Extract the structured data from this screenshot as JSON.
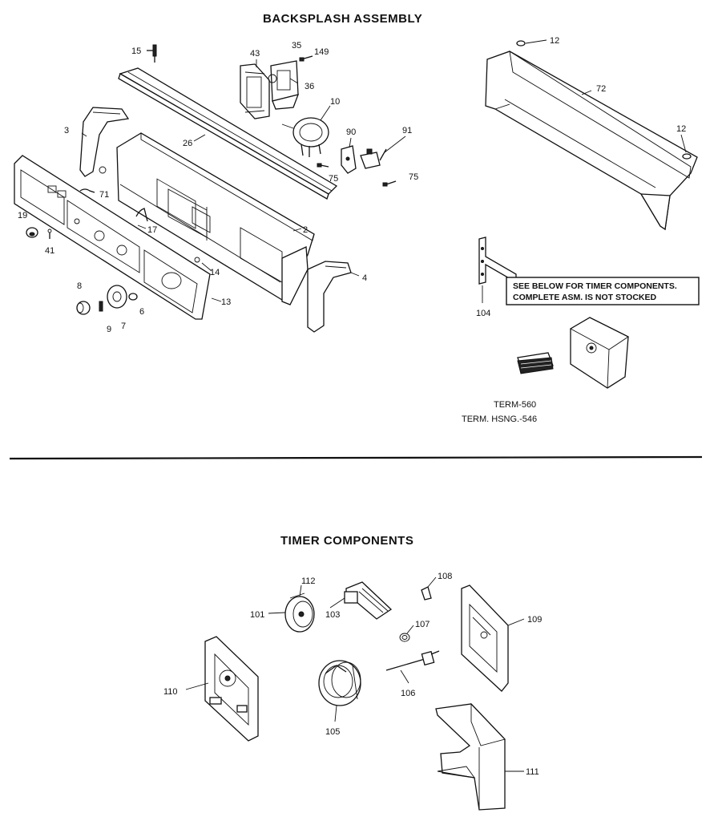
{
  "sections": {
    "backsplash_title": "BACKSPLASH ASSEMBLY",
    "timer_title": "TIMER COMPONENTS"
  },
  "note": {
    "line1": "SEE BELOW FOR TIMER COMPONENTS.",
    "line2": "COMPLETE ASM. IS NOT STOCKED"
  },
  "terminal_labels": {
    "term": "TERM-560",
    "housing": "TERM. HSNG.-546"
  },
  "callouts": {
    "c15": "15",
    "c43": "43",
    "c35": "35",
    "c149": "149",
    "c36": "36",
    "c10": "10",
    "c90": "90",
    "c91": "91",
    "c75a": "75",
    "c75b": "75",
    "c26": "26",
    "c3": "3",
    "c71": "71",
    "c19": "19",
    "c41": "41",
    "c17": "17",
    "c2": "2",
    "c14": "14",
    "c4": "4",
    "c13": "13",
    "c8": "8",
    "c9": "9",
    "c7": "7",
    "c6": "6",
    "c12a": "12",
    "c12b": "12",
    "c72": "72",
    "c104": "104",
    "c112": "112",
    "c101": "101",
    "c103": "103",
    "c108": "108",
    "c107": "107",
    "c109": "109",
    "c110": "110",
    "c105": "105",
    "c106": "106",
    "c111": "111"
  },
  "colors": {
    "ink": "#111111",
    "paper": "#ffffff"
  }
}
